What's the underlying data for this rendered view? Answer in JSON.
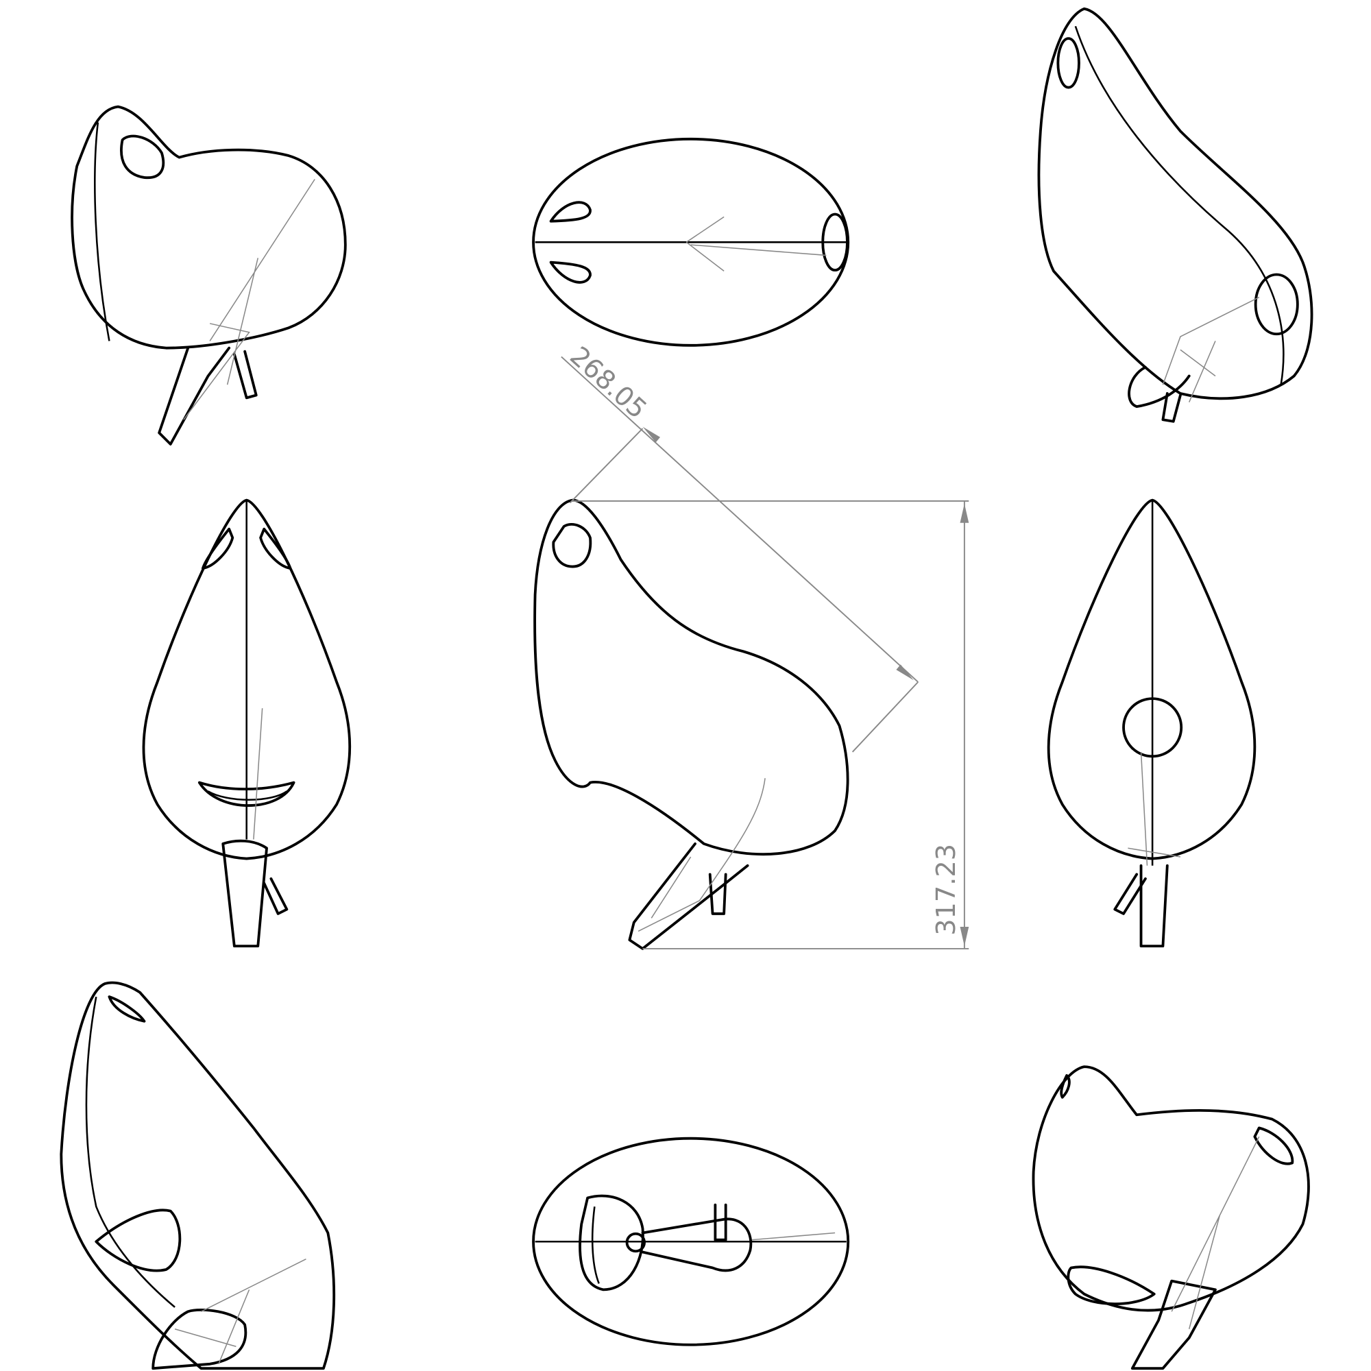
{
  "drawing": {
    "views": [
      "isometric-top-left",
      "top",
      "isometric-top-right",
      "back",
      "front",
      "side",
      "isometric-bottom-left",
      "bottom",
      "isometric-bottom-right"
    ],
    "dimensions": {
      "diagonal": "268.05",
      "height": "317.23"
    },
    "colors": {
      "outline": "#000000",
      "dimension": "#888888"
    }
  }
}
